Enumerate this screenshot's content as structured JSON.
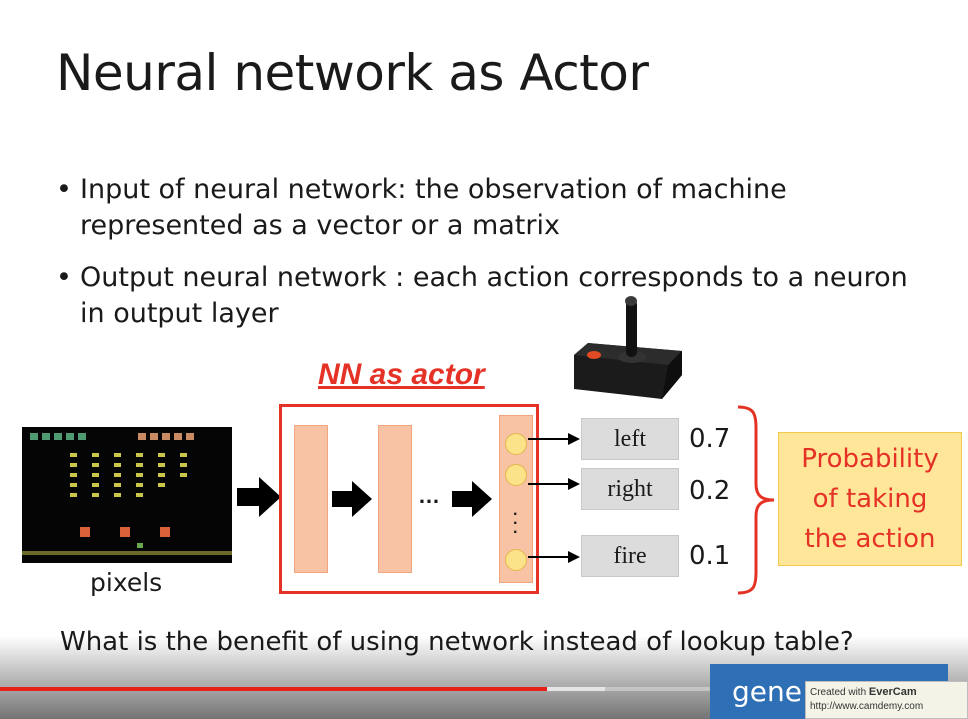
{
  "slide": {
    "title": "Neural network as Actor",
    "bullets": [
      "Input of neural network: the observation of machine represented as a vector or a matrix",
      "Output neural network : each action corresponds to a neuron in output layer"
    ],
    "nn_label": "NN as actor",
    "pixels_label": "pixels",
    "ellipsis": "…",
    "actions": [
      {
        "name": "left",
        "prob": "0.7"
      },
      {
        "name": "right",
        "prob": "0.2"
      },
      {
        "name": "fire",
        "prob": "0.1"
      }
    ],
    "probability_box": [
      "Probability",
      "of taking",
      "the action"
    ],
    "question": "What is the benefit of using network instead of lookup table?"
  },
  "player": {
    "progress_fraction": 0.565,
    "buffered_fraction": 0.625,
    "overlay_button": "gene",
    "watermark": {
      "created_with": "Created with",
      "brand": "EverCam",
      "url": "http://www.camdemy.com"
    }
  },
  "colors": {
    "accent_red": "#e53226",
    "layer_fill": "#f8c2a4",
    "neuron_fill": "#fbe38a",
    "prob_box_fill": "#ffe699",
    "progress_red": "#e62117",
    "button_blue": "#2f6fb5"
  },
  "icons": [
    "joystick-icon",
    "space-invaders-screen",
    "right-arrow-icon",
    "curly-brace-icon"
  ]
}
